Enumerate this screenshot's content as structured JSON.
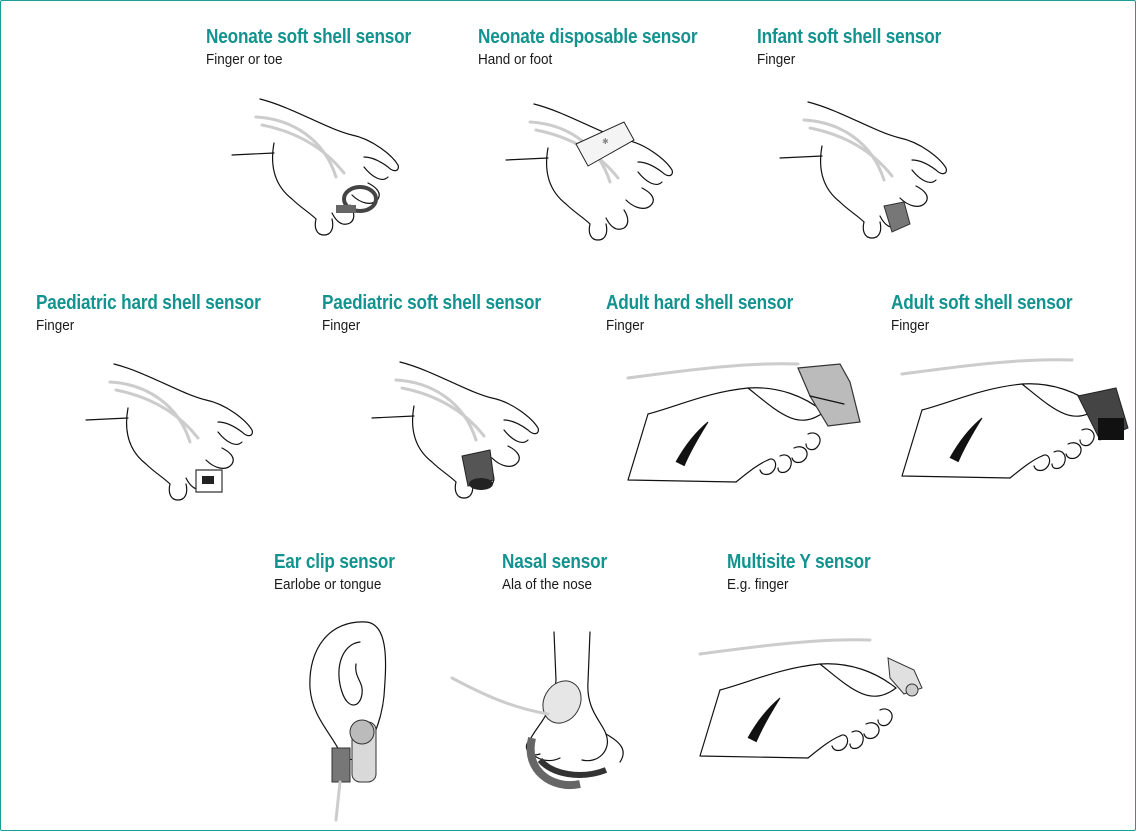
{
  "sensors": [
    {
      "title": "Neonate soft shell sensor",
      "site": "Finger or toe"
    },
    {
      "title": "Neonate disposable sensor",
      "site": "Hand or foot"
    },
    {
      "title": "Infant soft shell sensor",
      "site": "Finger"
    },
    {
      "title": "Paediatric hard shell sensor",
      "site": "Finger"
    },
    {
      "title": "Paediatric soft shell sensor",
      "site": "Finger"
    },
    {
      "title": "Adult hard shell sensor",
      "site": "Finger"
    },
    {
      "title": "Adult soft shell sensor",
      "site": "Finger"
    },
    {
      "title": "Ear clip sensor",
      "site": "Earlobe or tongue"
    },
    {
      "title": "Nasal sensor",
      "site": "Ala of the nose"
    },
    {
      "title": "Multisite Y sensor",
      "site": "E.g. finger"
    }
  ],
  "colors": {
    "title": "#13938f",
    "text": "#1a1a1a",
    "frame": "#1a9d94",
    "sensor_dark": "#555555",
    "cable": "#cccccc"
  },
  "icons": [
    "small-hand-icon",
    "small-hand-icon",
    "small-hand-icon",
    "small-hand-icon",
    "small-hand-icon",
    "large-hand-icon",
    "large-hand-icon",
    "ear-icon",
    "nose-icon",
    "large-hand-icon"
  ]
}
